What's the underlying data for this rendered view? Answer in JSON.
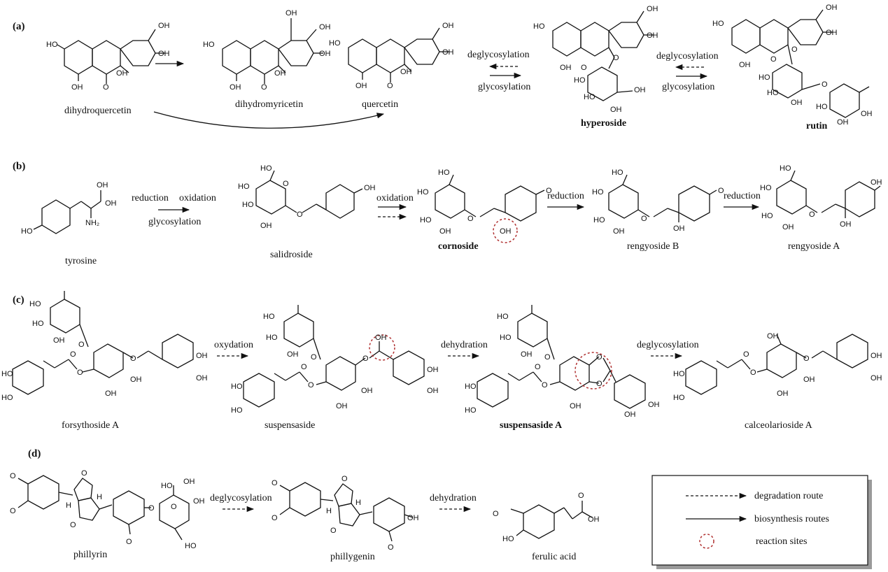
{
  "sections": [
    "(a)",
    "(b)",
    "(c)",
    "(d)"
  ],
  "compounds": {
    "dihydroquercetin": "dihydroquercetin",
    "dihydromyricetin": "dihydromyricetin",
    "quercetin": "quercetin",
    "hyperoside": "hyperoside",
    "rutin": "rutin",
    "tyrosine": "tyrosine",
    "salidroside": "salidroside",
    "cornoside": "cornoside",
    "rengyoside_b": "rengyoside B",
    "rengyoside_a": "rengyoside A",
    "forsythoside_a": "forsythoside A",
    "suspensaside": "suspensaside",
    "suspensaside_a": "suspensaside A",
    "calceolarioside_a": "calceolarioside A",
    "phillyrin": "phillyrin",
    "phillygenin": "phillygenin",
    "ferulic_acid": "ferulic acid"
  },
  "reactions": {
    "deglycosylation": "deglycosylation",
    "glycosylation": "glycosylation",
    "reduction": "reduction",
    "oxidation": "oxidation",
    "oxydation": "oxydation",
    "dehydration": "dehydration"
  },
  "atoms": {
    "OH": "OH",
    "HO": "HO",
    "O": "O",
    "NH2": "NH₂",
    "H": "H"
  },
  "legend": {
    "degradation": "degradation route",
    "biosynthesis": "biosynthesis routes",
    "sites": "reaction sites"
  },
  "colors": {
    "reaction_site": "#b03030",
    "legend_shadow": "#9a9a9a"
  }
}
